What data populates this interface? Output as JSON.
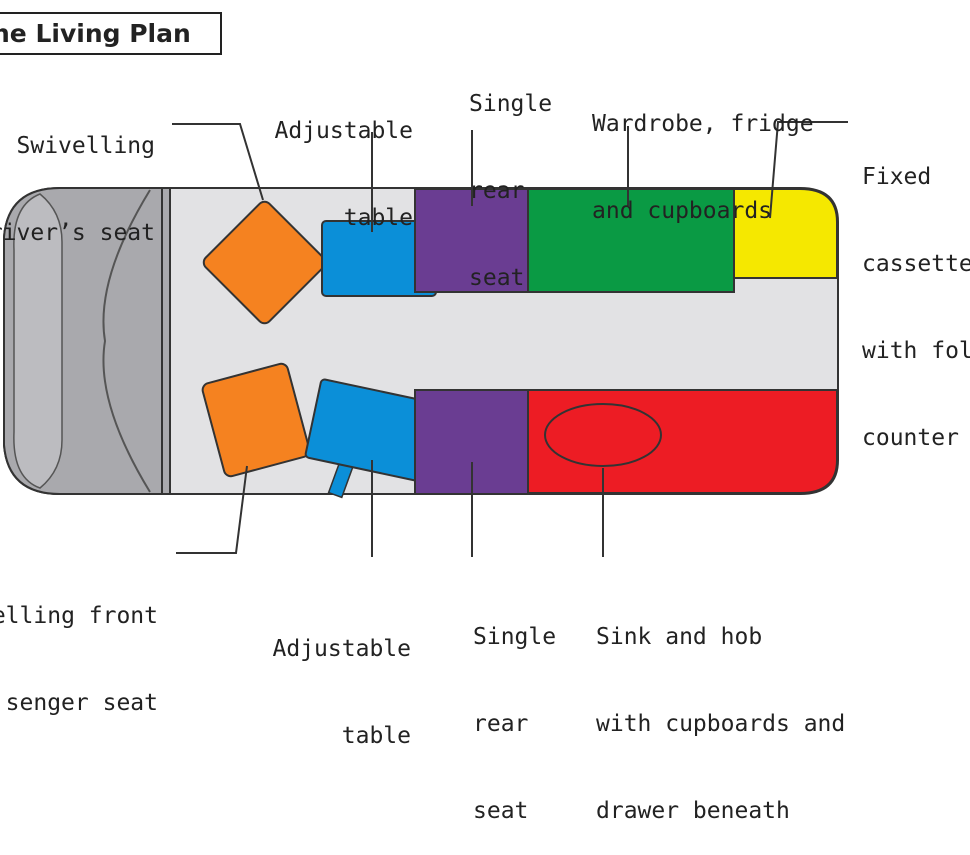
{
  "title": "he Living Plan",
  "labels": {
    "swivel_driver": [
      "Swivelling",
      "driver’s seat"
    ],
    "table_top": [
      "Adjustable",
      "table"
    ],
    "rear_seat_top": [
      "Single",
      "rear",
      "seat"
    ],
    "wardrobe": [
      "Wardrobe, fridge",
      "and cupboards"
    ],
    "cassette": [
      "Fixed",
      "cassette",
      "with fold",
      "counter"
    ],
    "swivel_passenger": [
      "welling front",
      "senger seat"
    ],
    "table_bottom": [
      "Adjustable",
      "table"
    ],
    "rear_seat_bottom": [
      "Single",
      "rear",
      "seat"
    ],
    "sink": [
      "Sink and hob",
      "with cupboards and",
      "drawer beneath"
    ]
  },
  "colors": {
    "cab": "#a9a9ad",
    "cab_dark": "#8d8d92",
    "floor": "#e2e2e4",
    "swivel_seat": "#f58220",
    "table": "#0b8fd8",
    "rear_seat": "#6a3d92",
    "wardrobe": "#0a9a44",
    "cassette": "#f5e800",
    "kitchen": "#ed1c24",
    "outline": "#333333"
  }
}
